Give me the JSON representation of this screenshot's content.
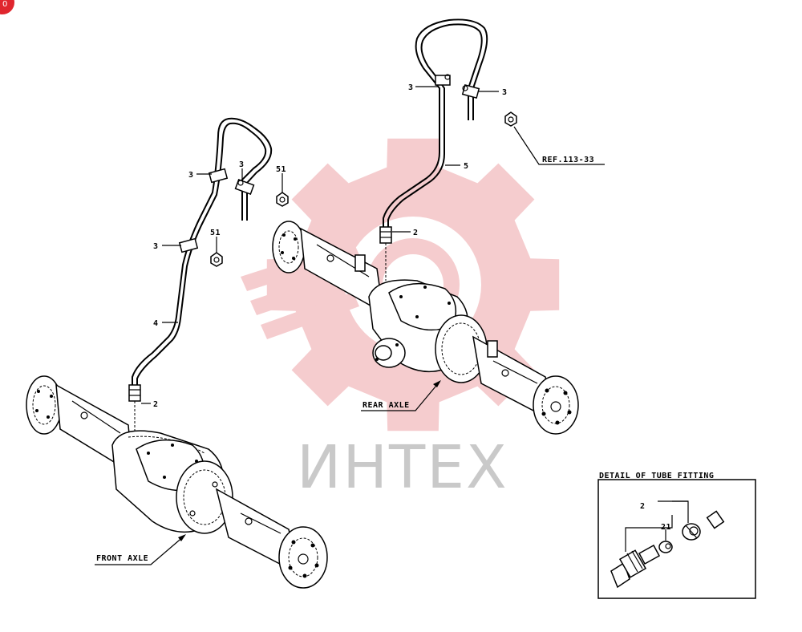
{
  "watermark": {
    "text": "ИНТЕХ",
    "gear_color": "#f4c7c9",
    "text_color": "#c9c9c9"
  },
  "badge_color": "#e0262e",
  "labels": {
    "front_axle": "FRONT AXLE",
    "rear_axle": "REAR AXLE",
    "ref": "REF.113-33",
    "front_clamp_a": "3",
    "front_clamp_b": "3",
    "front_clamp_c": "3",
    "front_nut_a": "51",
    "front_nut_b": "51",
    "front_tube": "4",
    "front_fitting": "2",
    "rear_clamp_a": "3",
    "rear_clamp_b": "3",
    "rear_tube": "5",
    "rear_fitting": "2"
  },
  "detail": {
    "title": "DETAIL OF TUBE FITTING",
    "callout_fitting": "2",
    "callout_sleeve": "21"
  }
}
